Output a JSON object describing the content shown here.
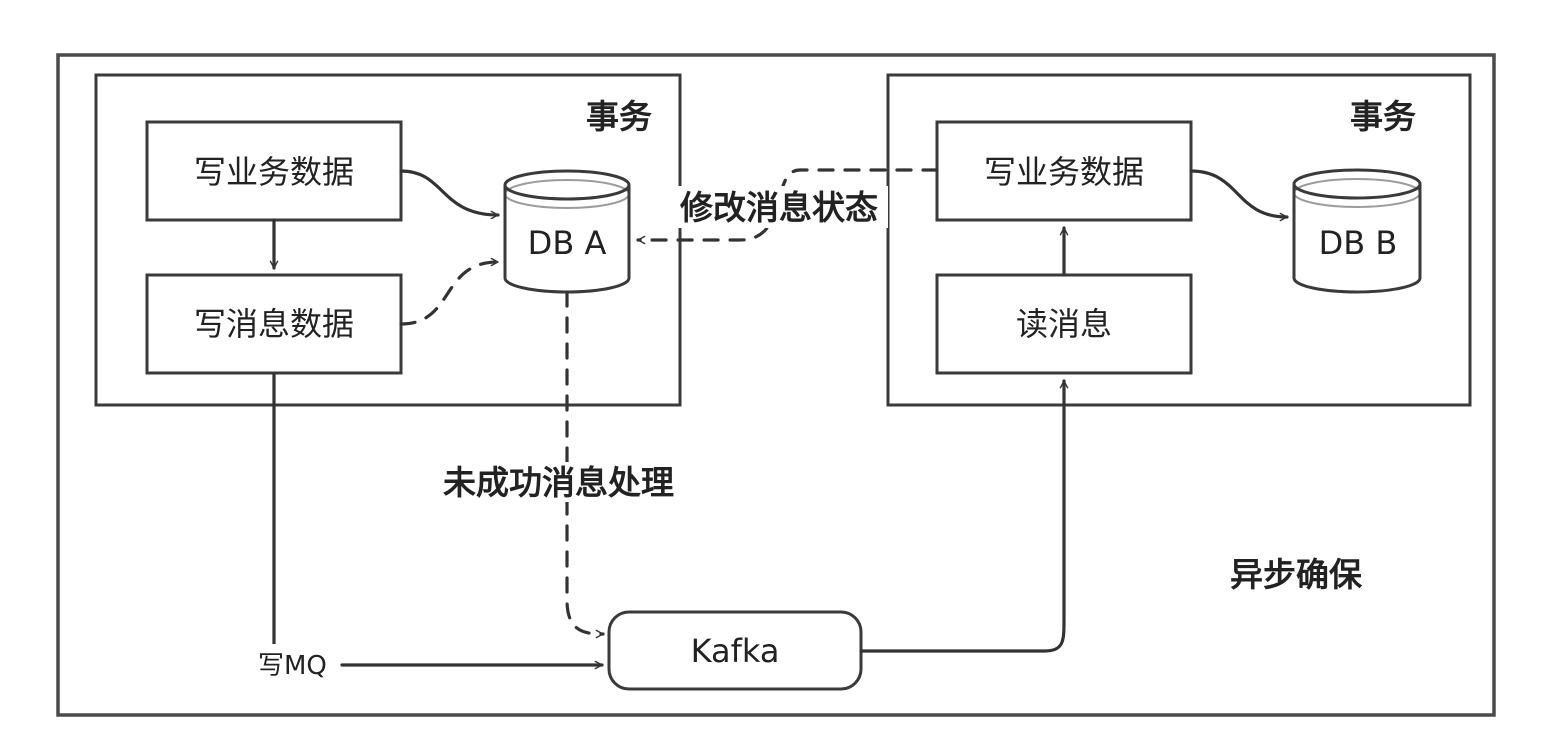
{
  "left_transaction": {
    "title": "事务",
    "write_business": "写业务数据",
    "write_message": "写消息数据",
    "db": "DB A"
  },
  "right_transaction": {
    "title": "事务",
    "write_business": "写业务数据",
    "read_message": "读消息",
    "db": "DB B"
  },
  "queue": "Kafka",
  "labels": {
    "modify_status": "修改消息状态",
    "failed_handling": "未成功消息处理",
    "write_mq": "写MQ",
    "async": "异步确保"
  }
}
